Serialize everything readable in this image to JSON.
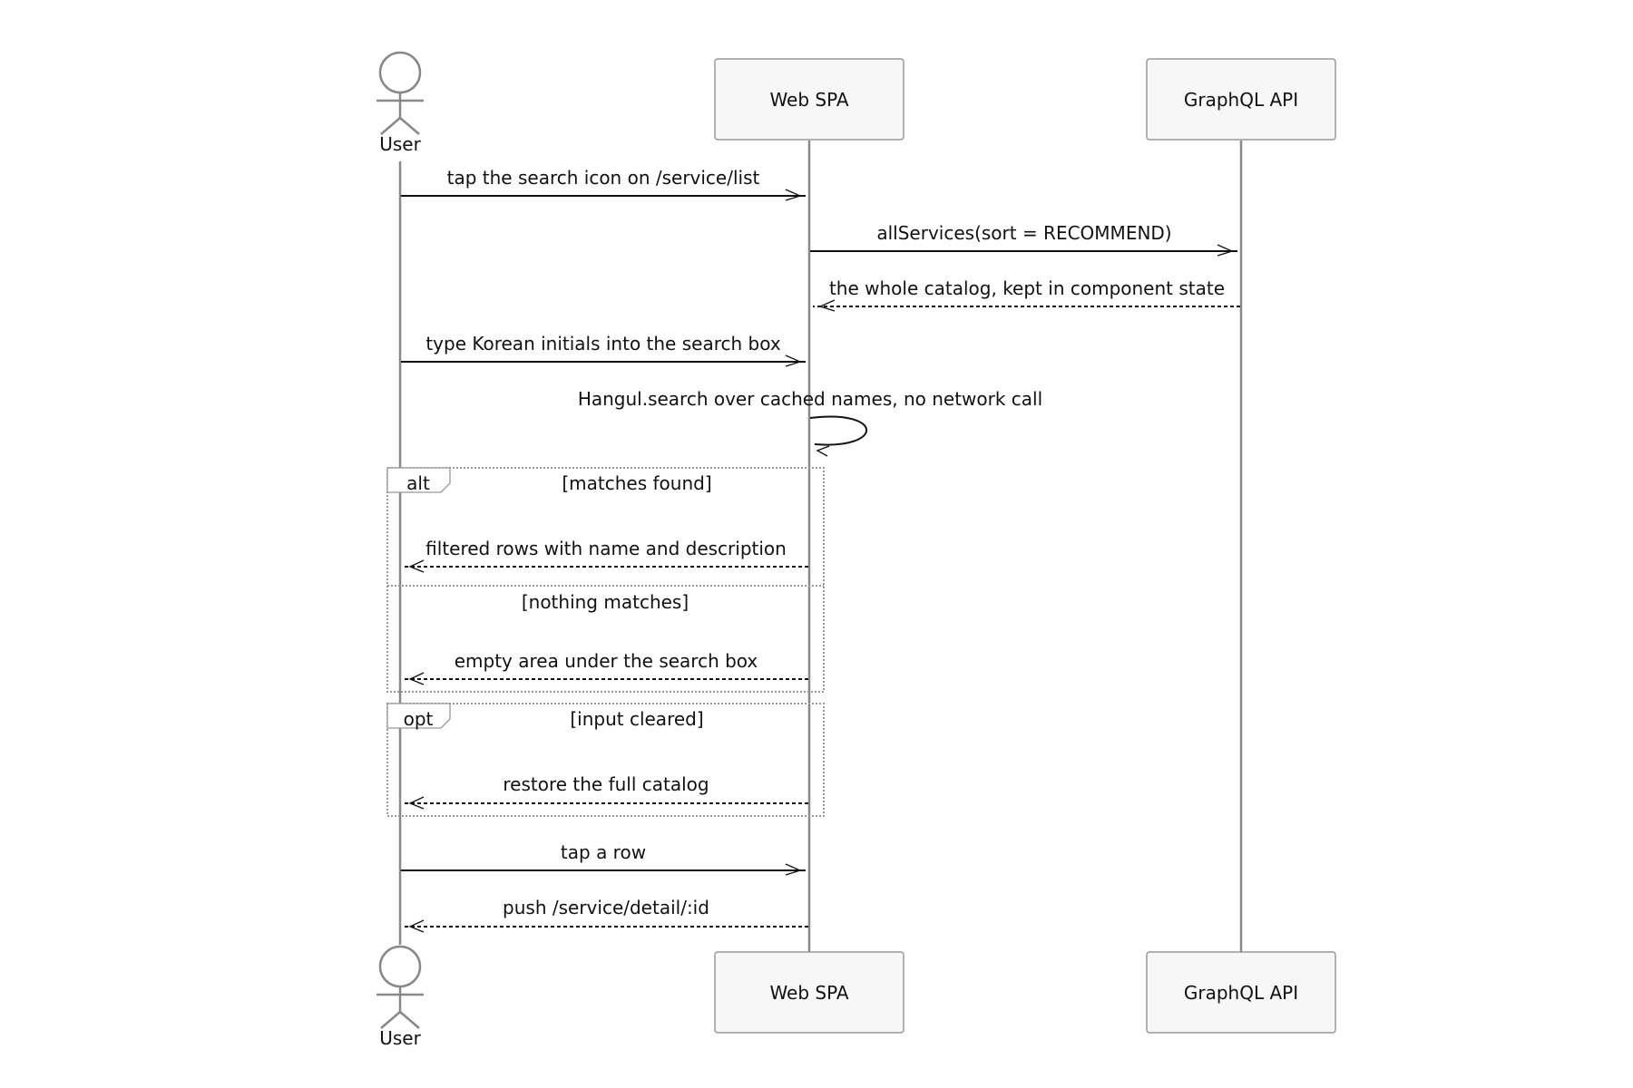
{
  "participants": [
    {
      "id": "user",
      "label": "User",
      "type": "actor"
    },
    {
      "id": "spa",
      "label": "Web SPA",
      "type": "box"
    },
    {
      "id": "api",
      "label": "GraphQL API",
      "type": "box"
    }
  ],
  "messages": [
    {
      "from": "user",
      "to": "spa",
      "label": "tap the search icon on /service/list",
      "style": "solid"
    },
    {
      "from": "spa",
      "to": "api",
      "label": "allServices(sort = RECOMMEND)",
      "style": "solid"
    },
    {
      "from": "api",
      "to": "spa",
      "label": "the whole catalog, kept in component state",
      "style": "dashed"
    },
    {
      "from": "user",
      "to": "spa",
      "label": "type Korean initials into the search box",
      "style": "solid"
    },
    {
      "from": "spa",
      "to": "spa",
      "label": "Hangul.search over cached names, no network call",
      "style": "solid"
    },
    {
      "from": "spa",
      "to": "user",
      "label": "filtered rows with name and description",
      "style": "dashed"
    },
    {
      "from": "spa",
      "to": "user",
      "label": "empty area under the search box",
      "style": "dashed"
    },
    {
      "from": "spa",
      "to": "user",
      "label": "restore the full catalog",
      "style": "dashed"
    },
    {
      "from": "user",
      "to": "spa",
      "label": "tap a row",
      "style": "solid"
    },
    {
      "from": "spa",
      "to": "user",
      "label": "push /service/detail/:id",
      "style": "dashed"
    }
  ],
  "frames": [
    {
      "keyword": "alt",
      "conditions": [
        "[matches found]",
        "[nothing matches]"
      ]
    },
    {
      "keyword": "opt",
      "conditions": [
        "[input cleared]"
      ]
    }
  ],
  "colors": {
    "lifeline": "#888888",
    "box_fill": "#f7f7f7",
    "box_stroke": "#999999",
    "text": "#111111"
  }
}
